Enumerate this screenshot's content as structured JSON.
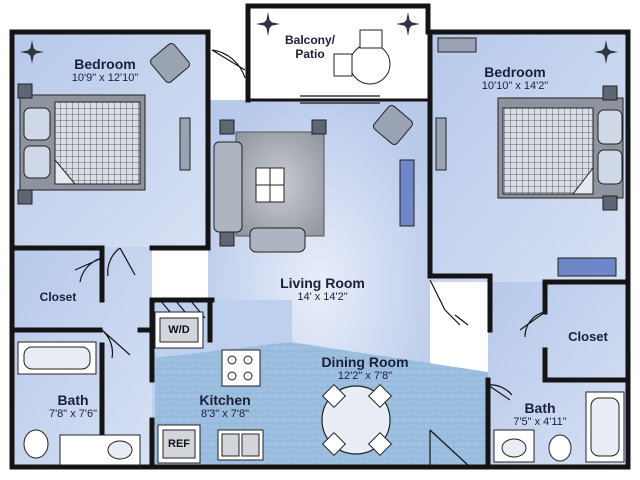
{
  "rooms": {
    "bedroom_left": {
      "name": "Bedroom",
      "dims": "10'9\" x 12'10\""
    },
    "balcony": {
      "name_line1": "Balcony/",
      "name_line2": "Patio"
    },
    "bedroom_right": {
      "name": "Bedroom",
      "dims": "10'10\" x 14'2\""
    },
    "living_room": {
      "name": "Living Room",
      "dims": "14' x 14'2\""
    },
    "closet_left": {
      "name": "Closet"
    },
    "closet_right": {
      "name": "Closet"
    },
    "bath_left": {
      "name": "Bath",
      "dims": "7'8\" x 7'6\""
    },
    "kitchen": {
      "name": "Kitchen",
      "dims": "8'3\" x 7'8\""
    },
    "dining_room": {
      "name": "Dining Room",
      "dims": "12'2\" x 7'8\""
    },
    "bath_right": {
      "name": "Bath",
      "dims": "7'5\" x 4'11\""
    }
  },
  "appliances": {
    "washer_dryer": "W/D",
    "refrigerator": "REF"
  },
  "colors": {
    "room_fill": "#c4d3ee",
    "wall": "#141414",
    "wood_floor": "#9dbfe0",
    "furniture": "#9aa3b3"
  }
}
